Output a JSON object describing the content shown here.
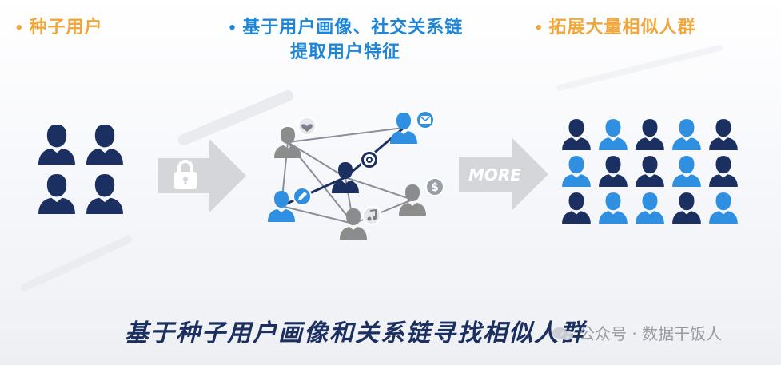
{
  "headers": {
    "left": "种子用户",
    "middle_line1": "基于用户画像、社交关系链",
    "middle_line2": "提取用户特征",
    "right": "拓展大量相似人群",
    "bullet": "•"
  },
  "arrow2_label": "MORE",
  "bottom_title": "基于种子用户画像和关系链寻找相似人群",
  "watermark": "公众号 · 数据干饭人",
  "colors": {
    "header_orange": "#f0a63b",
    "header_blue": "#1e86d9",
    "navy": "#1b2f60",
    "light_blue": "#2f8fe0",
    "grey": "#8c8c8c",
    "arrow_grey": "#d4d6da"
  },
  "icons": {
    "arrow1_badge": "lock-icon",
    "node_badges": [
      "heart-icon",
      "mail-icon",
      "gear-icon",
      "pencil-icon",
      "dollar-icon",
      "music-icon"
    ]
  },
  "grid_pattern": [
    [
      "navy",
      "blue",
      "navy",
      "blue",
      "navy"
    ],
    [
      "blue",
      "navy",
      "navy",
      "blue",
      "navy"
    ],
    [
      "navy",
      "blue",
      "blue",
      "navy",
      "blue"
    ]
  ]
}
